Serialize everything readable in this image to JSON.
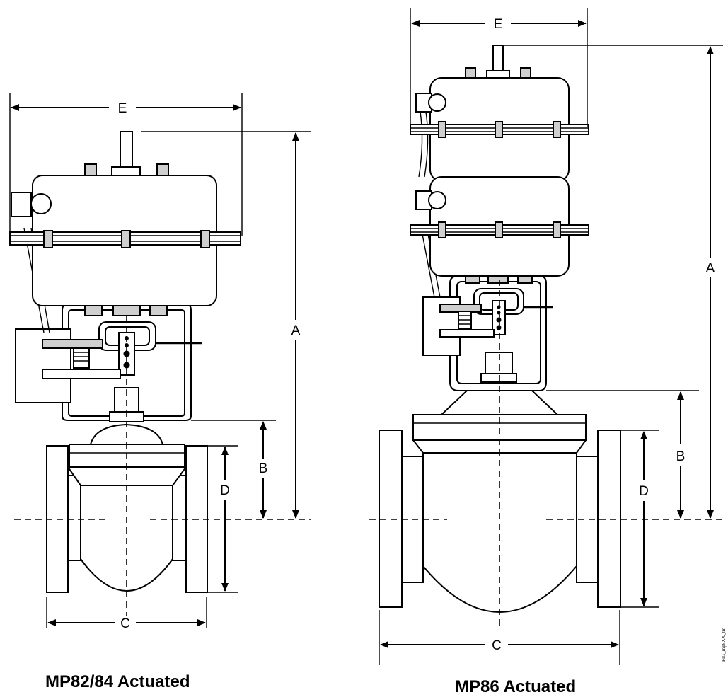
{
  "left_view": {
    "caption": "MP82/84 Actuated",
    "dims": {
      "A": "A",
      "B": "B",
      "C": "C",
      "D": "D",
      "E": "E"
    }
  },
  "right_view": {
    "caption": "MP86 Actuated",
    "dims": {
      "A": "A",
      "B": "B",
      "C": "C",
      "D": "D",
      "E": "E"
    }
  },
  "figure_tag": "FIG_mp8XX_tm"
}
